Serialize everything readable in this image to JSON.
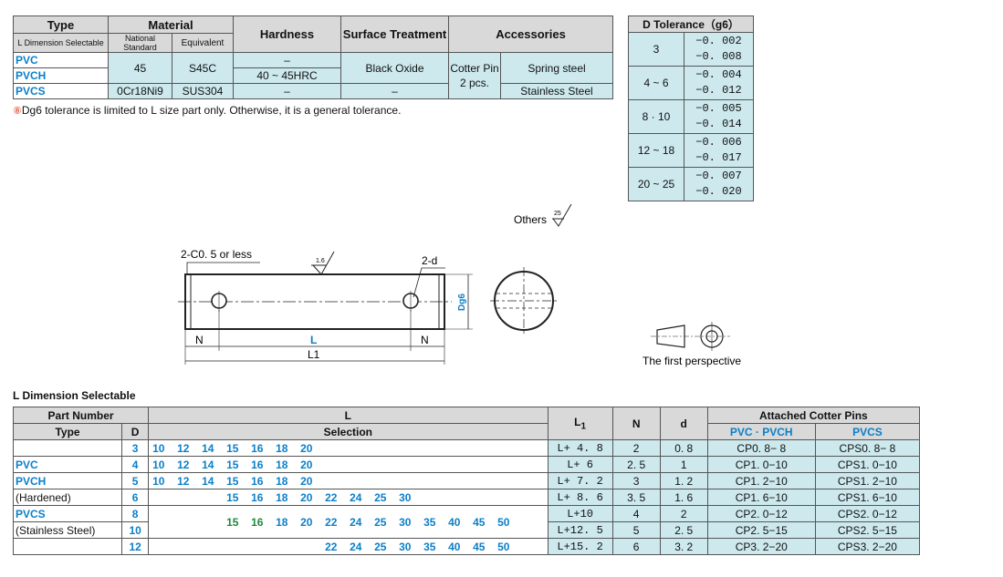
{
  "material_table": {
    "headers": {
      "type": "Type",
      "type_sub": "L Dimension Selectable",
      "material": "Material",
      "national_standard": "National Standard",
      "equivalent": "Equivalent",
      "hardness": "Hardness",
      "surface_treatment": "Surface Treatment",
      "accessories": "Accessories"
    },
    "rows": [
      {
        "type": "PVC",
        "national": "45",
        "equivalent": "S45C",
        "hardness": "–",
        "surface": "Black Oxide",
        "acc1": "Cotter Pin 2 pcs.",
        "acc2": "Spring steel"
      },
      {
        "type": "PVCH",
        "hardness": "40 ~ 45HRC"
      },
      {
        "type": "PVCS",
        "national": "0Cr18Ni9",
        "equivalent": "SUS304",
        "hardness": "–",
        "surface": "–",
        "acc2": "Stainless Steel"
      }
    ],
    "note_icon": "warning-circle-icon",
    "note": "Dg6 tolerance is limited to L size part only.  Otherwise,   it is a general tolerance."
  },
  "tolerance_table": {
    "title": "D Tolerance（g6）",
    "rows": [
      {
        "d": "3",
        "upper": "−0. 002",
        "lower": "−0. 008"
      },
      {
        "d": "4 ~ 6",
        "upper": "−0. 004",
        "lower": "−0. 012"
      },
      {
        "d": "8 · 10",
        "upper": "−0. 005",
        "lower": "−0. 014"
      },
      {
        "d": "12 ~ 18",
        "upper": "−0. 006",
        "lower": "−0. 017"
      },
      {
        "d": "20 ~ 25",
        "upper": "−0. 007",
        "lower": "−0. 020"
      }
    ]
  },
  "drawing": {
    "others_label": "Others",
    "others_roughness": "25",
    "chamfer_label": "2-C0. 5 or less",
    "surface_roughness": "1.6",
    "hole_label": "2-d",
    "dim_d": "Dg6",
    "dim_n": "N",
    "dim_l": "L",
    "dim_l1": "L1",
    "projection_label": "The first perspective"
  },
  "l_table": {
    "title": "L Dimension Selectable",
    "headers": {
      "part_number": "Part Number",
      "type": "Type",
      "d": "D",
      "l": "L",
      "selection": "Selection",
      "l1": "L",
      "l1_sub": "1",
      "n": "N",
      "dcol": "d",
      "cotter": "Attached Cotter Pins",
      "cotter_a": "PVC · PVCH",
      "cotter_b": "PVCS"
    },
    "type_labels": [
      "PVC",
      "PVCH",
      "(Hardened)",
      "PVCS",
      "(Stainless Steel)"
    ],
    "rows": [
      {
        "D": "3",
        "L": [
          "10",
          "12",
          "14",
          "15",
          "16",
          "18",
          "20"
        ],
        "L1": "L+ 4. 8",
        "N": "2",
        "d": "0. 8",
        "pin_a": "CP0. 8− 8",
        "pin_b": "CPS0. 8− 8"
      },
      {
        "D": "4",
        "L": [
          "10",
          "12",
          "14",
          "15",
          "16",
          "18",
          "20"
        ],
        "L1": "L+ 6",
        "N": "2. 5",
        "d": "1",
        "pin_a": "CP1. 0−10",
        "pin_b": "CPS1. 0−10"
      },
      {
        "D": "5",
        "L": [
          "10",
          "12",
          "14",
          "15",
          "16",
          "18",
          "20"
        ],
        "L1": "L+ 7. 2",
        "N": "3",
        "d": "1. 2",
        "pin_a": "CP1. 2−10",
        "pin_b": "CPS1. 2−10"
      },
      {
        "D": "6",
        "L": [
          "15",
          "16",
          "18",
          "20",
          "22",
          "24",
          "25",
          "30"
        ],
        "L1": "L+ 8. 6",
        "N": "3. 5",
        "d": "1. 6",
        "pin_a": "CP1. 6−10",
        "pin_b": "CPS1. 6−10"
      },
      {
        "D": "8",
        "L": [
          "15",
          "16",
          "18",
          "20",
          "22",
          "24",
          "25",
          "30",
          "35",
          "40",
          "45",
          "50"
        ],
        "L1": "L+10",
        "N": "4",
        "d": "2",
        "pin_a": "CP2. 0−12",
        "pin_b": "CPS2. 0−12"
      },
      {
        "D": "10",
        "L1": "L+12. 5",
        "N": "5",
        "d": "2. 5",
        "pin_a": "CP2. 5−15",
        "pin_b": "CPS2. 5−15"
      },
      {
        "D": "12",
        "L": [
          "22",
          "24",
          "25",
          "30",
          "35",
          "40",
          "45",
          "50"
        ],
        "L1": "L+15. 2",
        "N": "6",
        "d": "3. 2",
        "pin_a": "CP3. 2−20",
        "pin_b": "CPS3. 2−20"
      }
    ]
  }
}
